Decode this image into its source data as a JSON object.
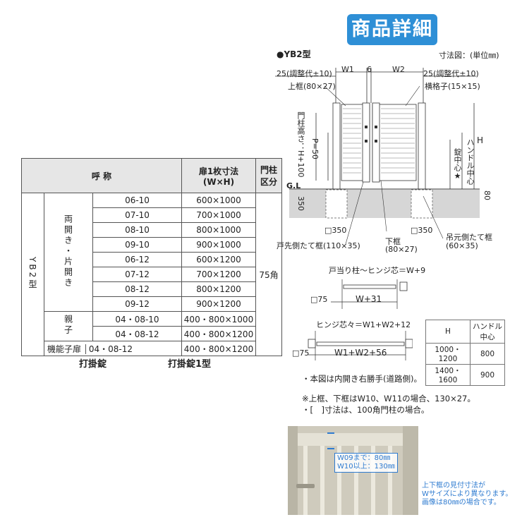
{
  "header": {
    "badge": "商品詳細"
  },
  "table": {
    "h_name": "呼 称",
    "h_size_l1": "扉1枚寸法",
    "h_size_l2": "(W×H)",
    "h_post_l1": "門柱",
    "h_post_l2": "区分",
    "model": "YB2型",
    "group1": "両開き・片開き",
    "group2": "親子",
    "rows": [
      {
        "code": "06-10",
        "size": "600×1000"
      },
      {
        "code": "07-10",
        "size": "700×1000"
      },
      {
        "code": "08-10",
        "size": "800×1000"
      },
      {
        "code": "09-10",
        "size": "900×1000"
      },
      {
        "code": "06-12",
        "size": "600×1200"
      },
      {
        "code": "07-12",
        "size": "700×1200"
      },
      {
        "code": "08-12",
        "size": "800×1200"
      },
      {
        "code": "09-12",
        "size": "900×1200"
      }
    ],
    "oyako_rows": [
      {
        "code": "04・08-10",
        "size": "400・800×1000"
      },
      {
        "code": "04・08-12",
        "size": "400・800×1200"
      }
    ],
    "func_label": "機能子扉",
    "func_code": "04・08-12",
    "func_size": "400・800×1200",
    "post": "75角",
    "below_lock1": "打掛錠",
    "below_lock2": "打掛錠1型"
  },
  "diagram": {
    "title": "●YB2型",
    "unit": "寸法図：(単位㎜)",
    "w1": "W1",
    "six": "6",
    "w2": "W2",
    "adj_left": "25(調整代±10)",
    "adj_right": "25(調整代±10)",
    "top_frame": "上框(80×27)",
    "lattice": "横格子(15×15)",
    "post_height": "門柱高さ：H+100",
    "p50": "P=50",
    "h": "H",
    "lock_center": "錠中心★",
    "handle_center": "ハンドル中心",
    "gl": "G.L",
    "d350": "350",
    "d80": "80",
    "post_l": "□350",
    "post_r": "□350",
    "bottom_frame_l1": "下框",
    "bottom_frame_l2": "(80×27)",
    "door_side_frame": "戸先側たて框(110×35)",
    "hinge_side_frame_l1": "吊元側たて框",
    "hinge_side_frame_l2": "(60×35)"
  },
  "dim1": {
    "label": "戸当り柱～ヒンジ芯＝W+9",
    "post": "□75",
    "w": "W+31"
  },
  "dim2": {
    "label": "ヒンジ芯々＝W1+W2+12",
    "post": "□75",
    "w": "W1+W2+56"
  },
  "handle_table": {
    "h_h": "H",
    "h_handle_l1": "ハンドル",
    "h_handle_l2": "中心",
    "rows": [
      {
        "h": "1000・1200",
        "v": "800"
      },
      {
        "h": "1400・1600",
        "v": "900"
      }
    ]
  },
  "notes": {
    "n1": "・本図は内開き右勝手(道路側)。",
    "n2": "※上框、下框はW10、W11の場合、130×27。",
    "n3": "・[　]寸法は、100角門柱の場合。"
  },
  "photo": {
    "w09": "W09まで：80㎜",
    "w10": "W10以上：130㎜",
    "cap1": "上下框の見付寸法が",
    "cap2": "Wサイズにより異なります。",
    "cap3": "画像は80㎜の場合です。"
  },
  "colors": {
    "badge": "#2e8fd6",
    "header_bg": "#e6e6e6",
    "accent_text": "#2e7bd0"
  }
}
